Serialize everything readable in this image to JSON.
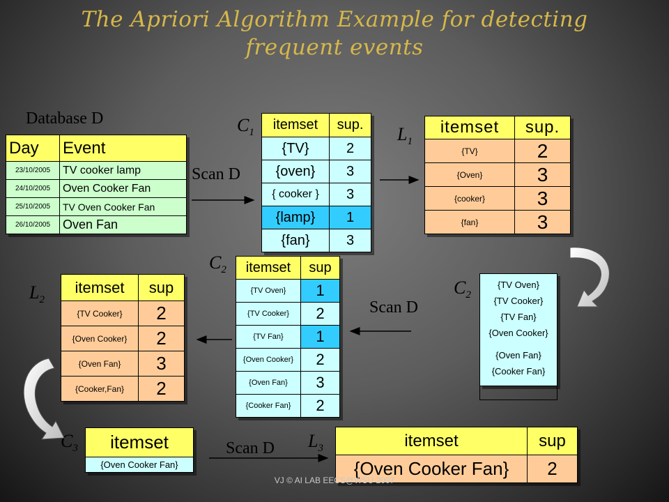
{
  "title_line1": "The Apriori Algorithm Example for detecting",
  "title_line2": "frequent events",
  "database_label": "Database D",
  "scan_label": "Scan D",
  "db": {
    "headers": [
      "Day",
      "Event"
    ],
    "rows": [
      {
        "day": "23/10/2005",
        "event": "TV cooker lamp"
      },
      {
        "day": "24/10/2005",
        "event": "Oven Cooker Fan"
      },
      {
        "day": "25/10/2005",
        "event": "TV Oven Cooker Fan"
      },
      {
        "day": "26/10/2005",
        "event": "Oven Fan"
      }
    ]
  },
  "c1": {
    "name": "C",
    "sub": "1",
    "headers": [
      "itemset",
      "sup."
    ],
    "rows": [
      {
        "itemset": "{TV}",
        "sup": "2"
      },
      {
        "itemset": "{oven}",
        "sup": "3"
      },
      {
        "itemset": "{ cooker }",
        "sup": "3"
      },
      {
        "itemset": "{lamp}",
        "sup": "1"
      },
      {
        "itemset": "{fan}",
        "sup": "3"
      }
    ]
  },
  "l1": {
    "name": "L",
    "sub": "1",
    "headers": [
      "itemset",
      "sup."
    ],
    "rows": [
      {
        "itemset": "{TV}",
        "sup": "2"
      },
      {
        "itemset": "{Oven}",
        "sup": "3"
      },
      {
        "itemset": "{cooker}",
        "sup": "3"
      },
      {
        "itemset": "{fan}",
        "sup": "3"
      }
    ]
  },
  "c2_list": {
    "name": "C",
    "sub": "2",
    "items": [
      "{TV Oven}",
      "{TV Cooker}",
      "{TV Fan}",
      "{Oven Cooker}",
      "{Oven Fan}",
      "{Cooker Fan}"
    ]
  },
  "c2": {
    "name": "C",
    "sub": "2",
    "headers": [
      "itemset",
      "sup"
    ],
    "rows": [
      {
        "itemset": "{TV Oven}",
        "sup": "1"
      },
      {
        "itemset": "{TV Cooker}",
        "sup": "2"
      },
      {
        "itemset": "{TV Fan}",
        "sup": "1"
      },
      {
        "itemset": "{Oven Cooker}",
        "sup": "2"
      },
      {
        "itemset": "{Oven Fan}",
        "sup": "3"
      },
      {
        "itemset": "{Cooker Fan}",
        "sup": "2"
      }
    ]
  },
  "l2": {
    "name": "L",
    "sub": "2",
    "headers": [
      "itemset",
      "sup"
    ],
    "rows": [
      {
        "itemset": "{TV Cooker}",
        "sup": "2"
      },
      {
        "itemset": "{Oven Cooker}",
        "sup": "2"
      },
      {
        "itemset": "{Oven Fan}",
        "sup": "3"
      },
      {
        "itemset": "{Cooker,Fan}",
        "sup": "2"
      }
    ]
  },
  "c3": {
    "name": "C",
    "sub": "3",
    "header": "itemset",
    "row": "{Oven Cooker Fan}"
  },
  "l3": {
    "name": "L",
    "sub": "3",
    "headers": [
      "itemset",
      "sup"
    ],
    "row": {
      "itemset": "{Oven Cooker Fan}",
      "sup": "2"
    }
  },
  "footer": "VJ   © AI LAB  EECS@WSU  2007",
  "colors": {
    "title": "#d6b84a",
    "header_yellow": "#ffff66",
    "db_green": "#ccffcc",
    "peach": "#ffcc99",
    "light_cyan": "#ccffff",
    "highlight_cyan": "#33ccff"
  }
}
